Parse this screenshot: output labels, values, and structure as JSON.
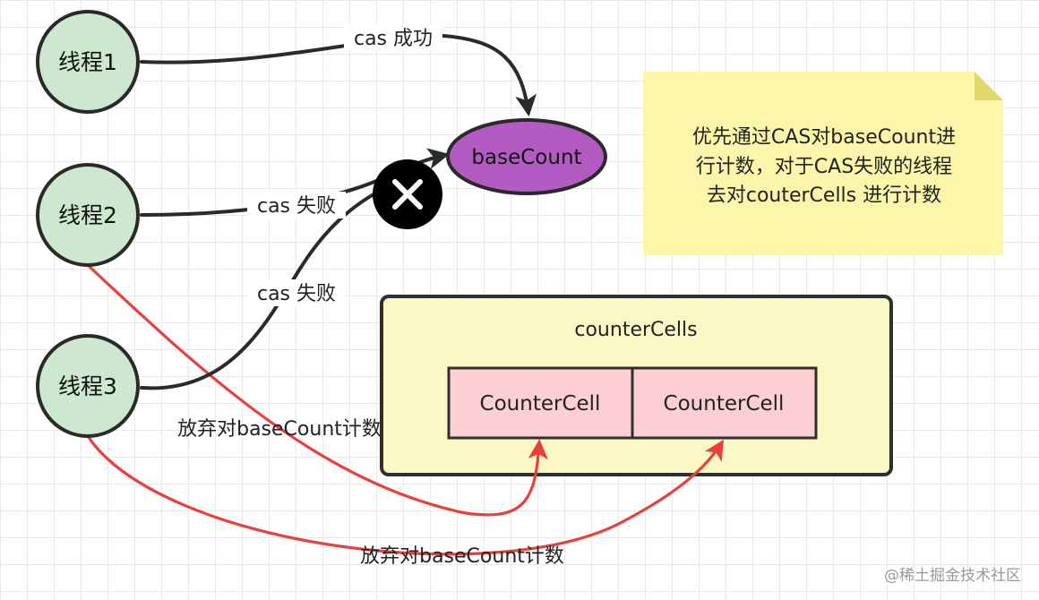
{
  "threads": {
    "t1": "线程1",
    "t2": "线程2",
    "t3": "线程3"
  },
  "base_node": "baseCount",
  "fail_icon": "close-x-icon",
  "edge_labels": {
    "t1_success": "cas 成功",
    "t2_fail": "cas 失败",
    "t3_fail": "cas 失败",
    "t2_giveup": "放弃对baseCount计数",
    "t3_giveup": "放弃对baseCount计数"
  },
  "note": {
    "lines": [
      "优先通过CAS对baseCount进",
      "行计数，对于CAS失败的线程",
      "去对couterCells 进行计数"
    ]
  },
  "container": {
    "title": "counterCells",
    "cells": [
      "CounterCell",
      "CounterCell"
    ]
  },
  "watermark": "@稀土掘金技术社区",
  "colors": {
    "thread_fill": "#cde8cf",
    "base_fill": "#b35bc2",
    "note_fill": "#fbf6a9",
    "container_fill": "#fcf8c5",
    "cell_fill": "#fccfd4",
    "red_edge": "#e8403a"
  }
}
